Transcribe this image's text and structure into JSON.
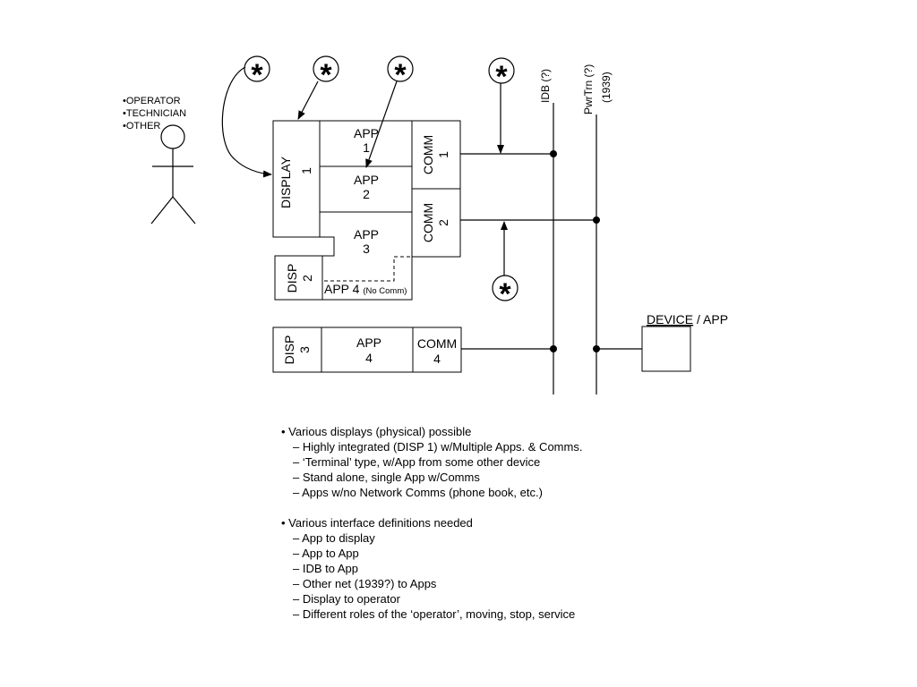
{
  "roles": [
    "•OPERATOR",
    "•TECHNICIAN",
    "•OTHER"
  ],
  "blocks": {
    "display1": [
      "DISPLAY",
      "1"
    ],
    "app1": [
      "APP",
      "1"
    ],
    "app2": [
      "APP",
      "2"
    ],
    "app3": [
      "APP",
      "3"
    ],
    "comm1": [
      "COMM",
      "1"
    ],
    "comm2": [
      "COMM",
      "2"
    ],
    "disp2": [
      "DISP",
      "2"
    ],
    "app4_main": "APP 4",
    "app4_note": "(No Comm)",
    "disp3": [
      "DISP",
      "3"
    ],
    "app4b": [
      "APP",
      "4"
    ],
    "comm4": [
      "COMM",
      "4"
    ]
  },
  "buses": {
    "idb": "IDB (?)",
    "pwrtrn": [
      "PwrTrn (?)",
      "(1939)"
    ]
  },
  "device": {
    "label_main": "DEVICE",
    "label_rest": " / APP"
  },
  "star_symbol": "*",
  "notes": {
    "group1": {
      "head": "•  Various displays (physical) possible",
      "items": [
        "– Highly integrated (DISP 1) w/Multiple Apps. & Comms.",
        "– ‘Terminal’ type, w/App from some other device",
        "– Stand alone, single App w/Comms",
        "– Apps w/no Network Comms (phone book, etc.)"
      ]
    },
    "group2": {
      "head": "• Various interface definitions needed",
      "items": [
        "– App to display",
        "– App to App",
        "– IDB to App",
        "– Other net (1939?) to Apps",
        "– Display to operator",
        "– Different roles of the ‘operator’, moving, stop, service"
      ]
    }
  }
}
